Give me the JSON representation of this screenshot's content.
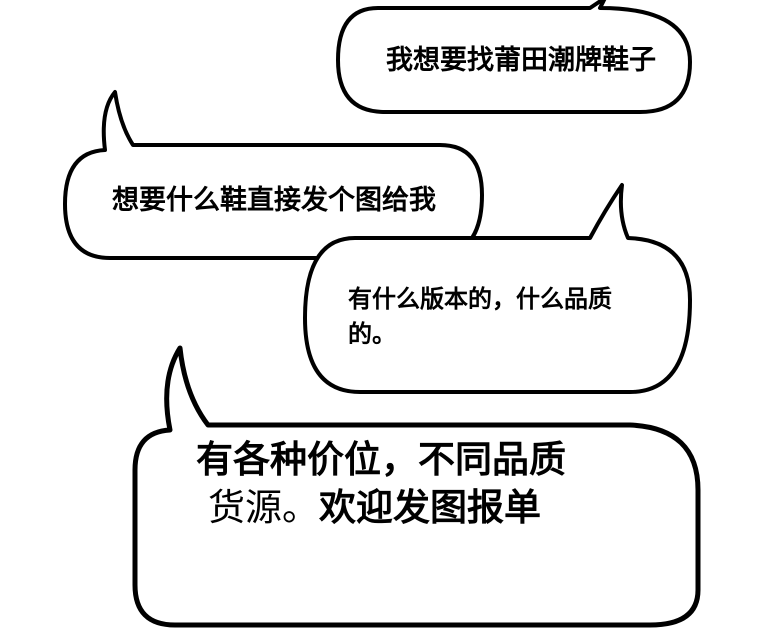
{
  "bubbles": {
    "b1": {
      "text": "我想要找莆田潮牌鞋子"
    },
    "b2": {
      "text": "想要什么鞋直接发个图给我"
    },
    "b3": {
      "line1": "有什么版本的，什么品质",
      "line2": "的。"
    },
    "b4": {
      "line1": "有各种价位，不同品质",
      "line2_light": "货源。",
      "line2_bold": "欢迎发图报单"
    }
  },
  "colors": {
    "ink": "#000000",
    "paper": "#ffffff"
  }
}
